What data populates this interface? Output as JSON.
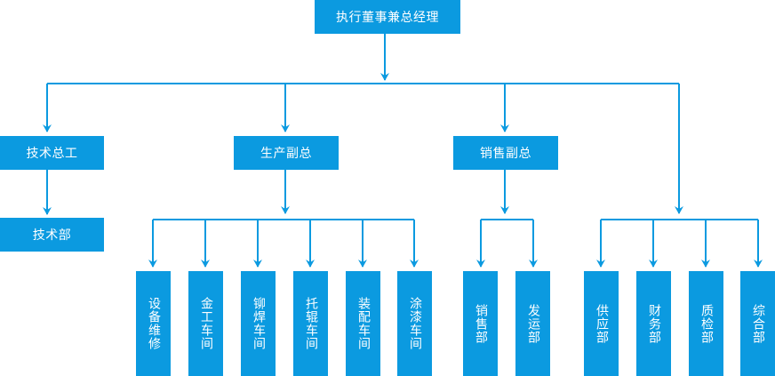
{
  "colors": {
    "box": "#0b9ae0",
    "line": "#0b9ae0",
    "text": "#ffffff"
  },
  "org": {
    "ceo": "执行董事兼总经理",
    "tech_chief": "技术总工",
    "tech_dept": "技术部",
    "production_vp": "生产副总",
    "sales_vp": "销售副总",
    "production_units": [
      "设备维修",
      "金工车间",
      "铆焊车间",
      "托辊车间",
      "装配车间",
      "涂漆车间"
    ],
    "sales_units": [
      "销售部",
      "发运部"
    ],
    "general_units": [
      "供应部",
      "财务部",
      "质检部",
      "综合部"
    ]
  }
}
